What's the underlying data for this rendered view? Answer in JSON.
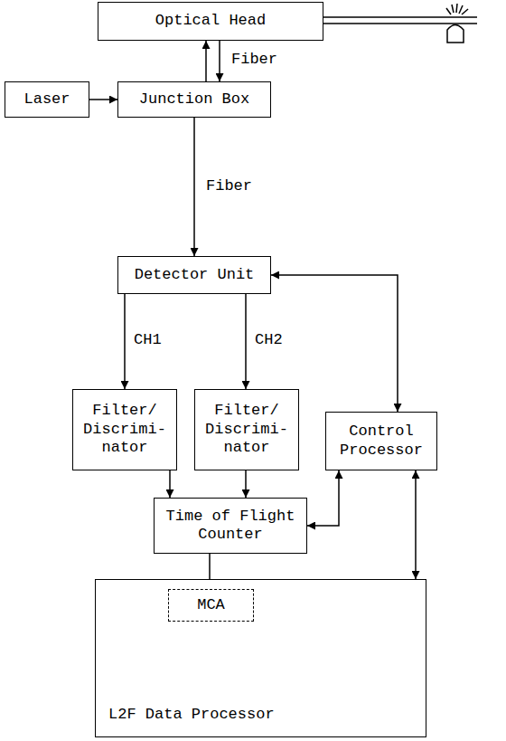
{
  "diagram": {
    "nodes": [
      {
        "text": [
          "Optical Head"
        ]
      },
      {
        "text": [
          "Laser"
        ]
      },
      {
        "text": [
          "Junction Box"
        ]
      },
      {
        "text": [
          "Detector Unit"
        ]
      },
      {
        "text": [
          "Filter/ Discrimi- nator"
        ]
      },
      {
        "text": [
          "Filter/ Discrimi- nator"
        ]
      },
      {
        "text": [
          "Control Processor"
        ]
      },
      {
        "text": [
          "Time of Flight Counter"
        ]
      },
      {
        "text": [
          "L2F Data Processor"
        ]
      },
      {
        "text": [
          "MCA"
        ],
        "in": 8
      }
    ],
    "edges": [
      {
        "from": 2,
        "to": 0,
        "arrow": "to"
      },
      {
        "from": 0,
        "to": 2,
        "arrow": "to",
        "label": "Fiber"
      },
      {
        "from": 1,
        "to": 2,
        "arrow": "to"
      },
      {
        "from": 2,
        "to": 3,
        "arrow": "to",
        "label": "Fiber"
      },
      {
        "from": 3,
        "to": 4,
        "arrow": "to",
        "label": "CH1"
      },
      {
        "from": 3,
        "to": 5,
        "arrow": "to",
        "label": "CH2"
      },
      {
        "from": 3,
        "to": 6,
        "arrow": "both"
      },
      {
        "from": 4,
        "to": 7,
        "arrow": "to"
      },
      {
        "from": 5,
        "to": 7,
        "arrow": "to"
      },
      {
        "from": 7,
        "to": 6,
        "arrow": "both"
      },
      {
        "from": 8,
        "to": 6,
        "arrow": "both"
      },
      {
        "from": 7,
        "to": 9,
        "arrow": "to"
      }
    ]
  }
}
